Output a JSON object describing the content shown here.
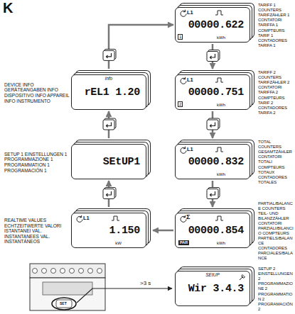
{
  "diagram": {
    "nodes": [
      {
        "text": [
          "TARIFF 1 COUNTERS TARIFZÄHLER 1 CONTATORI TARIFFA 1 COMPTEURS TARIF 1 CONTADORES TARIFA 1",
          "L1",
          "00000.622",
          "kWh",
          "1"
        ]
      },
      {
        "text": [
          "DEVICE INFO GERÄTEANGABEN INFO DISPOSITIVO INFO APPAREIL INFO INSTRUMENTO",
          "info",
          "rEL1 1.20"
        ]
      },
      {
        "text": [
          "TARIFF 2 COUNTERS TARIFZÄHLER 2 CONTATORI TARIFFA 2 COMPTEURS TARIF 2 CONTADORES TARIFA 2",
          "L1",
          "00000.751",
          "kWh",
          "2"
        ]
      },
      {
        "text": [
          "SETUP 1 EINSTELLUNGEN 1 PROGRAMMAZIONE 1 PROGRAMMATION 1 PROGRAMACIÓN 1",
          "SEtUP1"
        ]
      },
      {
        "text": [
          "TOTAL COUNTERS GESAMTZÄHLER CONTATORI TOTALI COMPTEURS TOTAUX CONTADORES TOTALES",
          "L1",
          "00000.832",
          "kWh"
        ]
      },
      {
        "text": [
          "REALTIME VALUES ECHTZEITWERTE VALORI ISTANTANEI VAL. INSTANTANEES VAL. INSTANTÁNEOS",
          "L1",
          "1.150",
          "kW"
        ]
      },
      {
        "text": [
          "PARTIAL/BALANCE COUNTERS TEIL- UND BILANZZÄHLER CONTATORI PARZIALI/BILANCIO COMPTEURS PARTIELS/BALANCE CONTADORES PARCIALES/BALANCE",
          "Σ",
          "00000.854",
          "kWh",
          "PAR"
        ]
      },
      {
        "text": [
          "SETUP 2 EINSTELLUNGEN 2 PROGRAMMAZIONE 2 PROGRAMMATION 2 PROGRAMACIÓN 2",
          "SEtUP",
          "Wir 3.4.3"
        ]
      }
    ],
    "edges": [
      {
        "from": 0,
        "to": 2,
        "arrow": "to"
      },
      {
        "from": 2,
        "to": 4,
        "arrow": "to"
      },
      {
        "from": 4,
        "to": 6,
        "arrow": "to"
      },
      {
        "from": 6,
        "to": 5,
        "arrow": "to"
      },
      {
        "from": 5,
        "to": 3,
        "arrow": "to"
      },
      {
        "from": 3,
        "to": 1,
        "arrow": "to"
      },
      {
        "from": 1,
        "to": 0,
        "arrow": "to"
      }
    ],
    "labels": [
      "K",
      ">3 s",
      "SET"
    ]
  }
}
